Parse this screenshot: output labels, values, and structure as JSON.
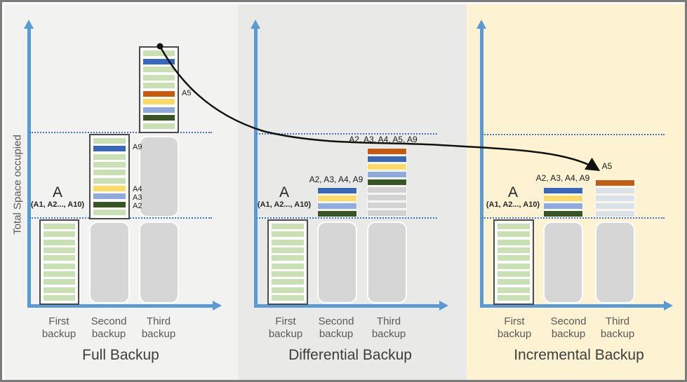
{
  "diagram": {
    "y_axis_label": "Total Space occupied",
    "colors": {
      "green_light": "#c8e0b4",
      "blue_dark": "#3a67b8",
      "orange": "#c55a11",
      "yellow": "#ffd966",
      "blue_light": "#8faadc",
      "green_dark": "#375623",
      "gray_stripe": "#d2d2d2",
      "bluegray_stripe": "#dbe1e9",
      "axis_blue": "#5b9bd5",
      "dotted_line_blue": "#4472c4",
      "bar_gray": "#d6d6d6",
      "panel1_bg": "#f2f2f1",
      "panel2_bg": "#e9e9e8",
      "panel3_bg": "#fdf2d1"
    },
    "panels": [
      {
        "title": "Full Backup",
        "ticks": [
          "First backup",
          "Second backup",
          "Third backup"
        ],
        "base_label": "A",
        "base_sublabel": "(A1, A2..., A10)",
        "annotations": {
          "a9": "A9",
          "a4": "A4",
          "a3": "A3",
          "a2": "A2",
          "a5": "A5"
        },
        "stripes": {
          "bar1": [
            "green_light",
            "green_light",
            "green_light",
            "green_light",
            "green_light",
            "green_light",
            "green_light",
            "green_light",
            "green_light",
            "green_light"
          ],
          "bar2": [
            "green_light",
            "blue_dark",
            "green_light",
            "green_light",
            "green_light",
            "green_light",
            "yellow",
            "blue_light",
            "green_dark",
            "green_light"
          ],
          "bar3": [
            "green_light",
            "blue_dark",
            "green_light",
            "green_light",
            "green_light",
            "orange",
            "yellow",
            "blue_light",
            "green_dark",
            "green_light"
          ]
        }
      },
      {
        "title": "Differential Backup",
        "ticks": [
          "First backup",
          "Second backup",
          "Third backup"
        ],
        "base_label": "A",
        "base_sublabel": "(A1, A2..., A10)",
        "stack2_label": "A2, A3, A4, A9",
        "stack3_label": "A2, A3, A4, A5, A9",
        "stripes": {
          "bar1": [
            "green_light",
            "green_light",
            "green_light",
            "green_light",
            "green_light",
            "green_light",
            "green_light",
            "green_light",
            "green_light",
            "green_light"
          ],
          "stack2": [
            "blue_dark",
            "yellow",
            "blue_light",
            "green_dark"
          ],
          "stack3": [
            "orange",
            "blue_dark",
            "yellow",
            "blue_light",
            "green_dark",
            "gray_stripe",
            "gray_stripe",
            "gray_stripe",
            "gray_stripe"
          ]
        }
      },
      {
        "title": "Incremental Backup",
        "ticks": [
          "First backup",
          "Second backup",
          "Third backup"
        ],
        "base_label": "A",
        "base_sublabel": "(A1, A2..., A10)",
        "stack2_label": "A2, A3, A4, A9",
        "stack3_label": "A5",
        "stripes": {
          "bar1": [
            "green_light",
            "green_light",
            "green_light",
            "green_light",
            "green_light",
            "green_light",
            "green_light",
            "green_light",
            "green_light",
            "green_light"
          ],
          "stack2": [
            "blue_dark",
            "yellow",
            "blue_light",
            "green_dark"
          ],
          "stack3": [
            "orange",
            "bluegray_stripe",
            "bluegray_stripe",
            "bluegray_stripe",
            "bluegray_stripe"
          ]
        }
      }
    ]
  }
}
